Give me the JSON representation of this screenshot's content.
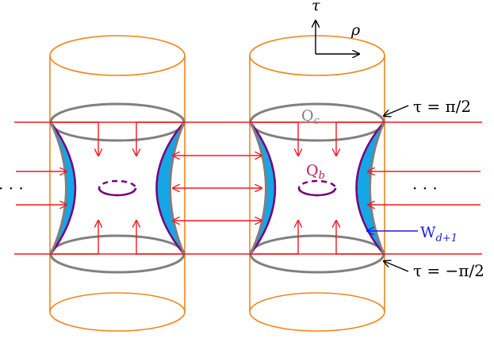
{
  "axes": {
    "tau": "τ",
    "rho": "ρ"
  },
  "labels": {
    "tau_top": "τ = π/2",
    "tau_bottom": "τ = −π/2",
    "qc": "Qc",
    "qb": "Qb",
    "w": "Wd+1",
    "dots_left": "· · ·",
    "dots_right": "· · ·"
  },
  "colors": {
    "cylinder": "#f0861d",
    "brane": "#808080",
    "region_fill": "#14a6e6",
    "boundary": "#7a007a",
    "arrow": "#ee1c23",
    "qb_label": "#c2185b",
    "w_label": "#1a1aee",
    "text": "#000000"
  }
}
